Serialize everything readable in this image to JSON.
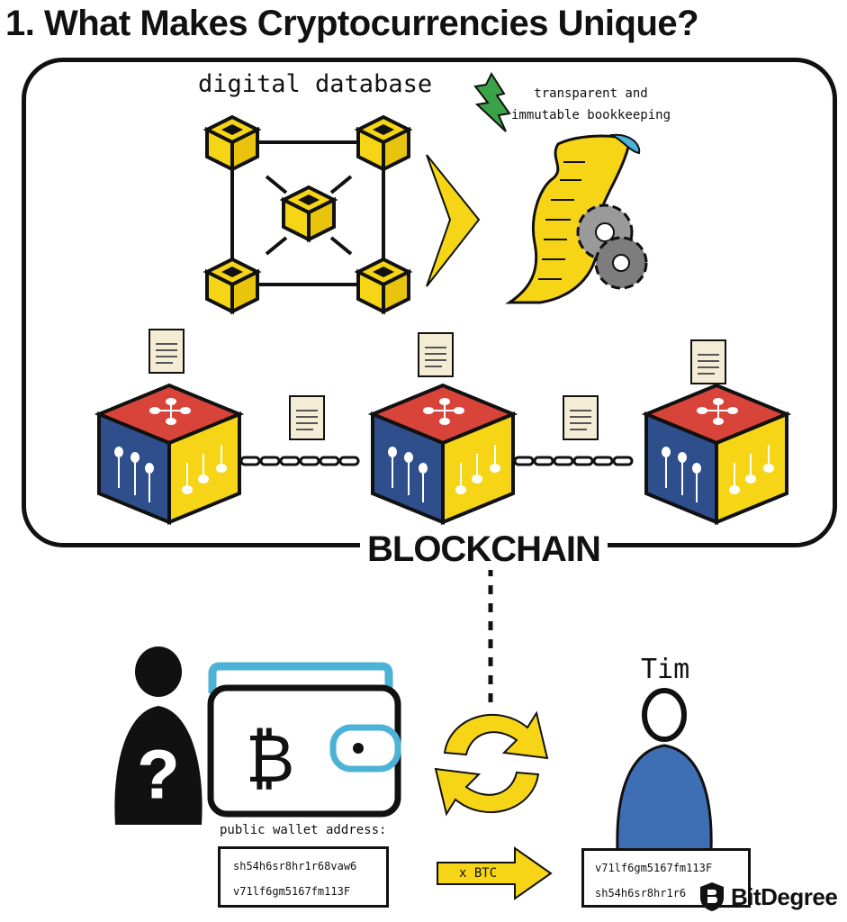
{
  "title": "1. What Makes Cryptocurrencies Unique?",
  "top_panel": {
    "digital_database_label": "digital database",
    "ledger_label_line1": "transparent and",
    "ledger_label_line2": "immutable bookkeeping"
  },
  "blockchain_label": "BLOCKCHAIN",
  "bottom": {
    "public_wallet_label": "public wallet address:",
    "wallet_address_line1": "sh54h6sr8hr1r68vaw6",
    "wallet_address_line2": "v71lf6gm5167fm113F",
    "transfer_label": "x BTC",
    "recipient_name": "Tim",
    "recipient_line1": "v71lf6gm5167fm113F",
    "recipient_line2": "sh54h6sr8hr1r6"
  },
  "brand": {
    "name": "BitDegree"
  },
  "colors": {
    "yellow": "#f5d516",
    "red": "#d9443a",
    "blue": "#2f4f8c",
    "green": "#3aa348",
    "wallet_blue": "#4db3d6",
    "tim_blue": "#3e6eb4",
    "paper": "#f4ecd5"
  }
}
